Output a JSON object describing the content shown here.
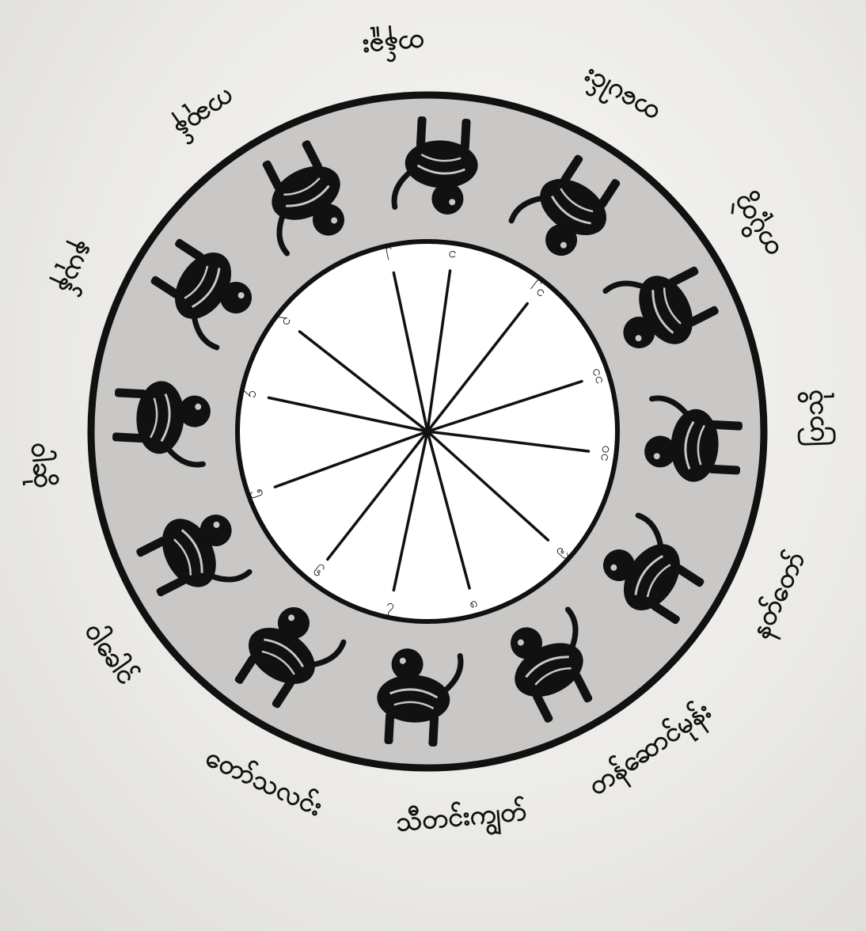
{
  "colors": {
    "background": "#ecebe8",
    "ring": "#c9c8c6",
    "ring_stroke": "#111111",
    "inner_face": "#ffffff",
    "ink": "#111111"
  },
  "months": [
    {
      "label": "တန်ခူး",
      "angle": -5
    },
    {
      "label": "ကဆုန်",
      "angle": -35
    },
    {
      "label": "နယုန်",
      "angle": -65
    },
    {
      "label": "ဝါဆို",
      "angle": -95
    },
    {
      "label": "ဝါခေါင်",
      "angle": -125
    },
    {
      "label": "တော်သလင်း",
      "angle": -155
    },
    {
      "label": "သီတင်းကျွတ်",
      "angle": 175
    },
    {
      "label": "တန်ဆောင်မုန်း",
      "angle": 145
    },
    {
      "label": "နတ်တော်",
      "angle": 115
    },
    {
      "label": "ပြာသို",
      "angle": 88
    },
    {
      "label": "တပို့တွဲ",
      "angle": 58
    },
    {
      "label": "တပေါင်း",
      "angle": 30
    }
  ],
  "zodiac_signs": [
    {
      "name": "aries-icon",
      "angle": 3
    },
    {
      "name": "taurus-icon",
      "angle": -27
    },
    {
      "name": "gemini-icon",
      "angle": -57
    },
    {
      "name": "cancer-icon",
      "angle": -87
    },
    {
      "name": "leo-icon",
      "angle": -117
    },
    {
      "name": "virgo-icon",
      "angle": -147
    },
    {
      "name": "libra-icon",
      "angle": -177
    },
    {
      "name": "scorpio-icon",
      "angle": 153
    },
    {
      "name": "sagittarius-icon",
      "angle": 123
    },
    {
      "name": "capricorn-icon",
      "angle": 93
    },
    {
      "name": "aquarius-icon",
      "angle": 63
    },
    {
      "name": "pisces-icon",
      "angle": 33
    }
  ],
  "spokes": [
    {
      "label": "၁",
      "angle": 8
    },
    {
      "label": "၂",
      "angle": -12
    },
    {
      "label": "၃",
      "angle": -52
    },
    {
      "label": "၄",
      "angle": -78
    },
    {
      "label": "၅",
      "angle": -110
    },
    {
      "label": "၆",
      "angle": -142
    },
    {
      "label": "၇",
      "angle": -168
    },
    {
      "label": "၈",
      "angle": 165
    },
    {
      "label": "၉",
      "angle": 132
    },
    {
      "label": "၁၀",
      "angle": 97
    },
    {
      "label": "၁၁",
      "angle": 72
    },
    {
      "label": "၁၂",
      "angle": 38
    }
  ]
}
